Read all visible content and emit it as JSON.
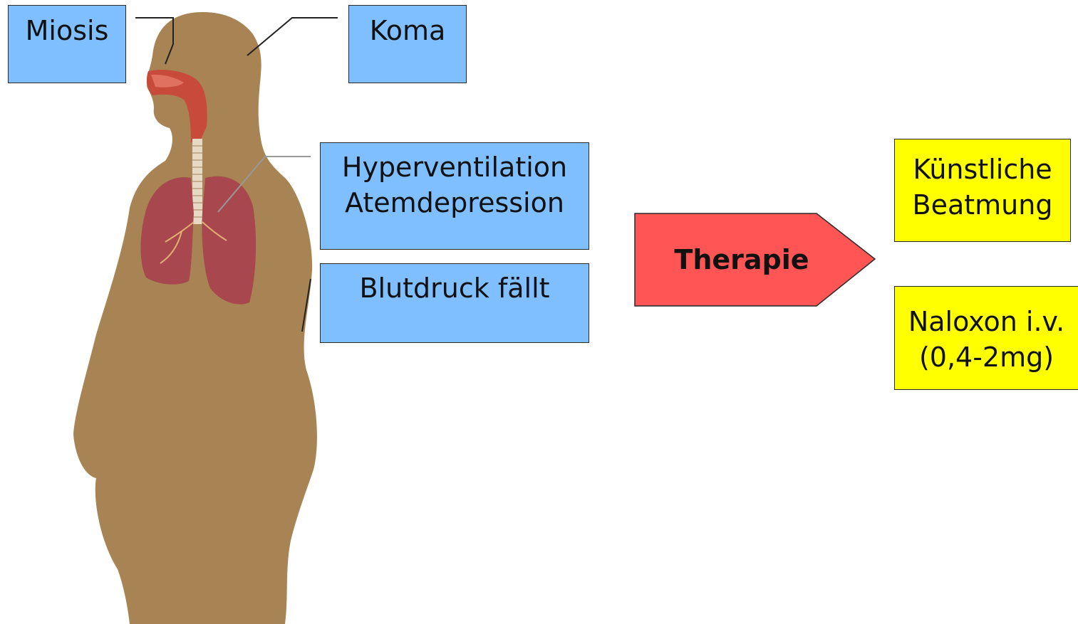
{
  "symptoms": {
    "miosis": "Miosis",
    "koma": "Koma",
    "hyperventilation": "Hyperventilation",
    "atemdepression": "Atemdepression",
    "blutdruck": "Blutdruck fällt"
  },
  "therapy": {
    "arrow_label": "Therapie",
    "option_1_line_1": "Künstliche",
    "option_1_line_2": "Beatmung",
    "option_2_line_1": "Naloxon i.v.",
    "option_2_line_2": "(0,4-2mg)"
  },
  "colors": {
    "symptom_box": "#80bfff",
    "therapy_box": "#ffff00",
    "arrow": "#ff5555",
    "silhouette": "#a88454",
    "lungs": "#a8474e"
  }
}
